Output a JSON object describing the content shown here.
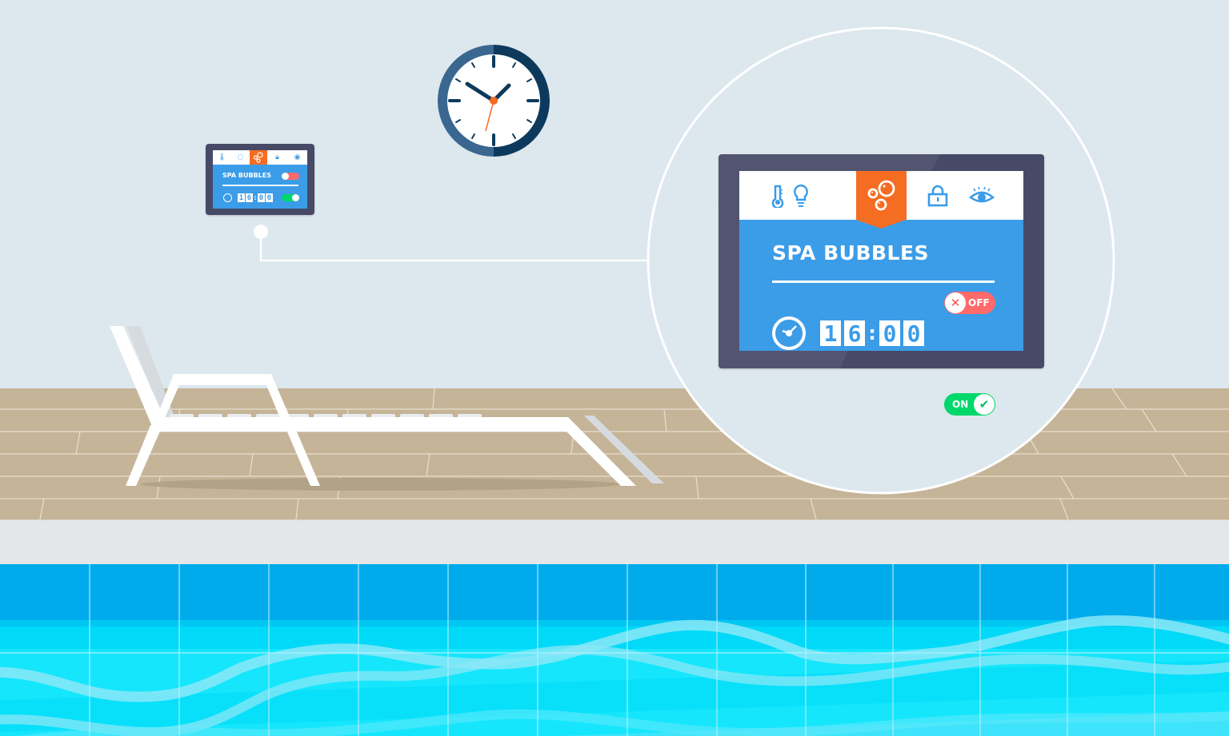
{
  "scene": {
    "colors": {
      "wall": "#dde7ee",
      "deck": "#c5b497",
      "coping": "#e4e6e8",
      "pool_top": "#00abec",
      "pool_water": "#16e6fc",
      "tablet_frame": "#474a67",
      "screen_blue": "#3b9ce8",
      "active_tab": "#f56d23",
      "toggle_off": "#ff6b6b",
      "toggle_on": "#00d86b"
    }
  },
  "control_panel": {
    "tabs": [
      {
        "icon": "thermometer-icon",
        "active": false
      },
      {
        "icon": "lightbulb-icon",
        "active": false
      },
      {
        "icon": "bubbles-icon",
        "active": true
      },
      {
        "icon": "lock-icon",
        "active": false
      },
      {
        "icon": "eye-icon",
        "active": false
      }
    ],
    "title": "SPA BUBBLES",
    "power_toggle": {
      "label": "OFF",
      "state": "off"
    },
    "timer": {
      "digits": [
        "1",
        "6",
        "0",
        "0"
      ],
      "separator": ":",
      "display": "16:00"
    },
    "timer_toggle": {
      "label": "ON",
      "state": "on"
    }
  },
  "wall_clock": {
    "hour_hand_angle": -57,
    "minute_hand_angle": 43,
    "second_hand_angle": 196
  }
}
